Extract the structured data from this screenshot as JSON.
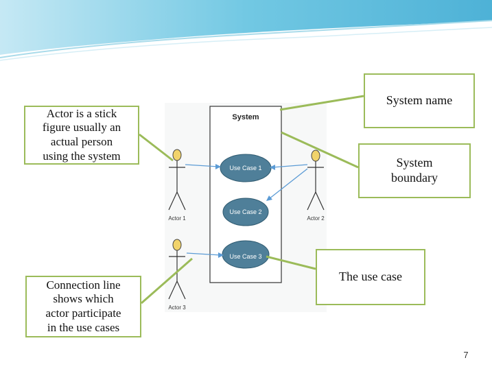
{
  "callouts": {
    "actor": "Actor is a stick\nfigure usually an\nactual  person\nusing the system",
    "system_name": "System name",
    "system_boundary": "System\nboundary",
    "connection_line": "Connection line\nshows which\nactor participate\nin the use cases",
    "use_case": "The use case"
  },
  "diagram": {
    "system_title": "System",
    "use_cases": [
      "Use Case 1",
      "Use Case 2",
      "Use Case 3"
    ],
    "actors": [
      "Actor 1",
      "Actor 2",
      "Actor 3"
    ]
  },
  "page_number": "7",
  "colors": {
    "callout_border": "#9bbb59",
    "use_case_fill": "#4f7f99",
    "actor_head": "#f1d36b",
    "connector": "#5b9bd5",
    "header_wave": "#4fb6d8"
  }
}
